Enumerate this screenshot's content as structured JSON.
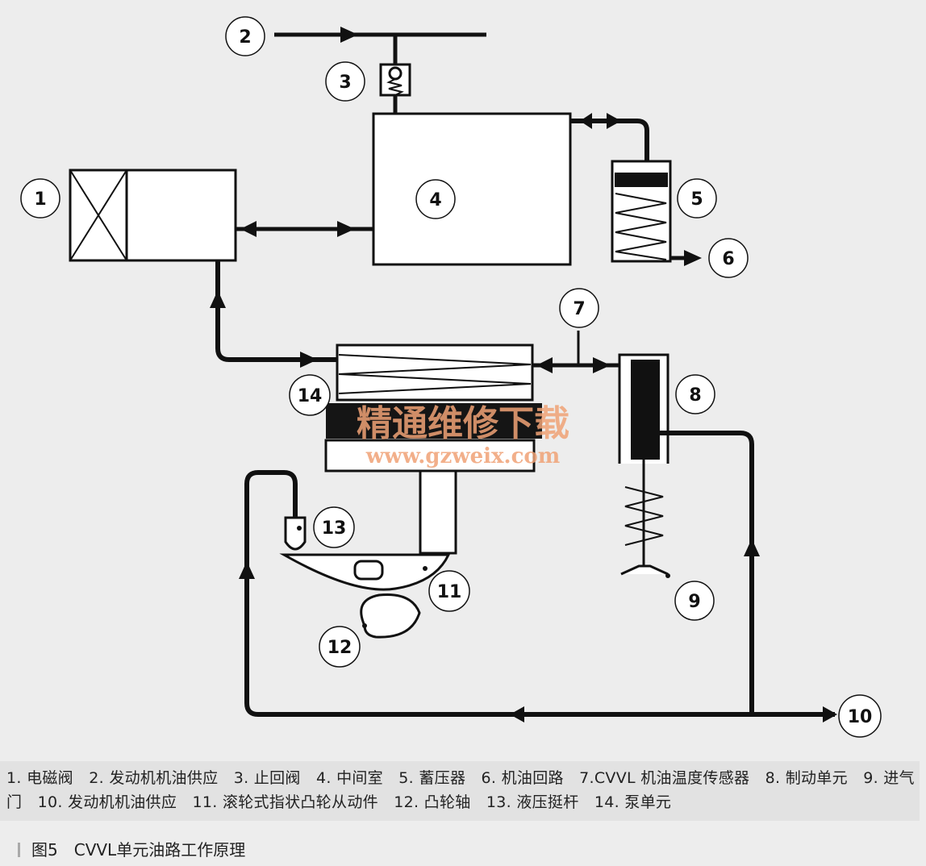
{
  "labels": {
    "n1": "1",
    "n2": "2",
    "n3": "3",
    "n4": "4",
    "n5": "5",
    "n6": "6",
    "n7": "7",
    "n8": "8",
    "n9": "9",
    "n10": "10",
    "n11": "11",
    "n12": "12",
    "n13": "13",
    "n14": "14"
  },
  "watermark": {
    "cn": "精通维修下载",
    "url": "www.gzweix.com"
  },
  "legend": "1. 电磁阀　2. 发动机机油供应　3. 止回阀　4. 中间室　5. 蓄压器　6. 机油回路　7.CVVL 机油温度传感器　8. 制动单元　9. 进气门　10. 发动机机油供应　11. 滚轮式指状凸轮从动件　12. 凸轮轴　13. 液压挺杆　14. 泵单元",
  "figure_title": "图5　CVVL单元油路工作原理"
}
